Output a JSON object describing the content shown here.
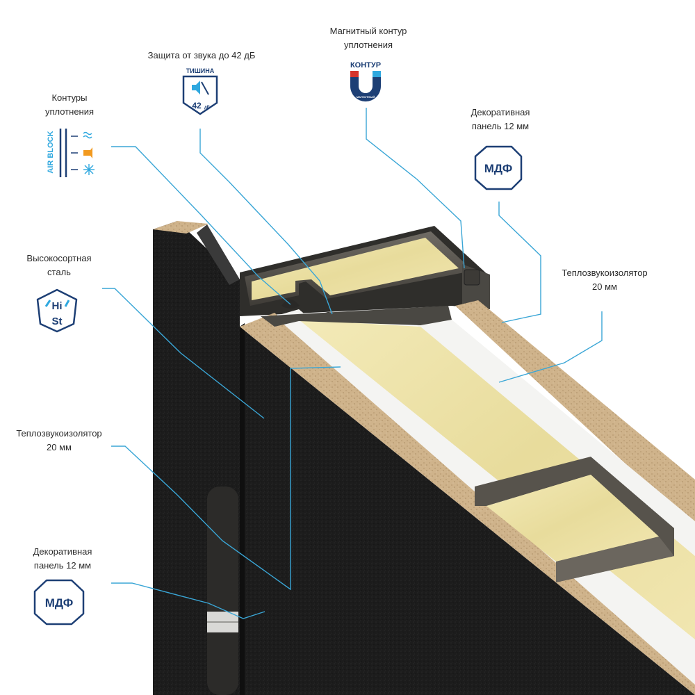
{
  "labels": {
    "seal_contours": [
      "Контуры",
      "уплотнения"
    ],
    "sound": [
      "Защита от звука до 42 дБ"
    ],
    "magnetic": [
      "Магнитный контур",
      "уплотнения"
    ],
    "deco_top": [
      "Декоративная",
      "панель 12 мм"
    ],
    "steel": [
      "Высокосортная",
      "сталь"
    ],
    "insulator_right": [
      "Теплозвукоизолятор",
      "20 мм"
    ],
    "insulator_left": [
      "Теплозвукоизолятор",
      "20 мм"
    ],
    "deco_bottom": [
      "Декоративная",
      "панель 12 мм"
    ]
  },
  "badges": {
    "airblock": "AIR BLOCK",
    "silence_title": "ТИШИНА",
    "silence_value": "42",
    "silence_unit": "дБ",
    "kontur_title": "КОНТУР",
    "kontur_sub": "МАГНИТНЫЙ",
    "mdf": "МДФ",
    "hist_top": "Hi",
    "hist_bottom": "St"
  },
  "colors": {
    "callout_line": "#3aa6d6",
    "badge_blue": "#1d3f75",
    "accent_light_blue": "#2fa8df",
    "accent_orange": "#f29a1f",
    "accent_red": "#d6342b"
  }
}
